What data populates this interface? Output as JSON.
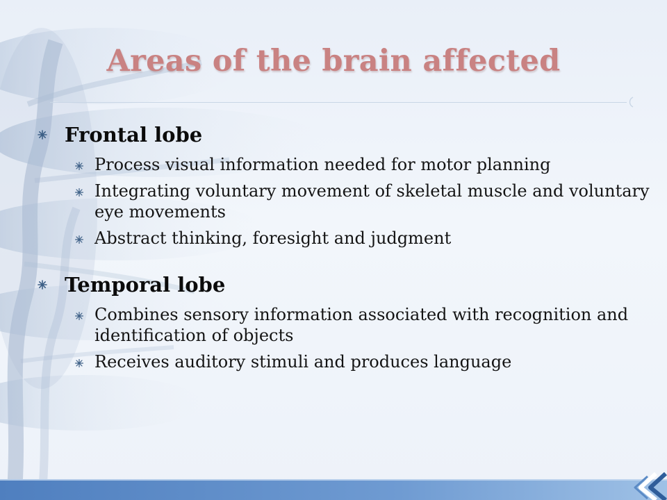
{
  "title": {
    "text": "Areas of the brain affected",
    "color": "#c98282"
  },
  "sections": [
    {
      "heading": "Frontal lobe",
      "items": [
        "Process visual information needed for motor planning",
        "Integrating voluntary movement of skeletal muscle and voluntary eye movements",
        "Abstract thinking, foresight and judgment"
      ]
    },
    {
      "heading": "Temporal lobe",
      "items": [
        "Combines sensory information associated with recognition and identification of objects",
        "Receives auditory stimuli and produces language"
      ]
    }
  ],
  "icons": {
    "heading_bullet": "snowflake-bullet-icon",
    "item_bullet": "star-bullet-icon",
    "corner": "chevron-left-icon"
  },
  "colors": {
    "bullet": "#3d5f86",
    "accent_blue": "#5b8bc6",
    "footer": "#4f7fbf"
  }
}
